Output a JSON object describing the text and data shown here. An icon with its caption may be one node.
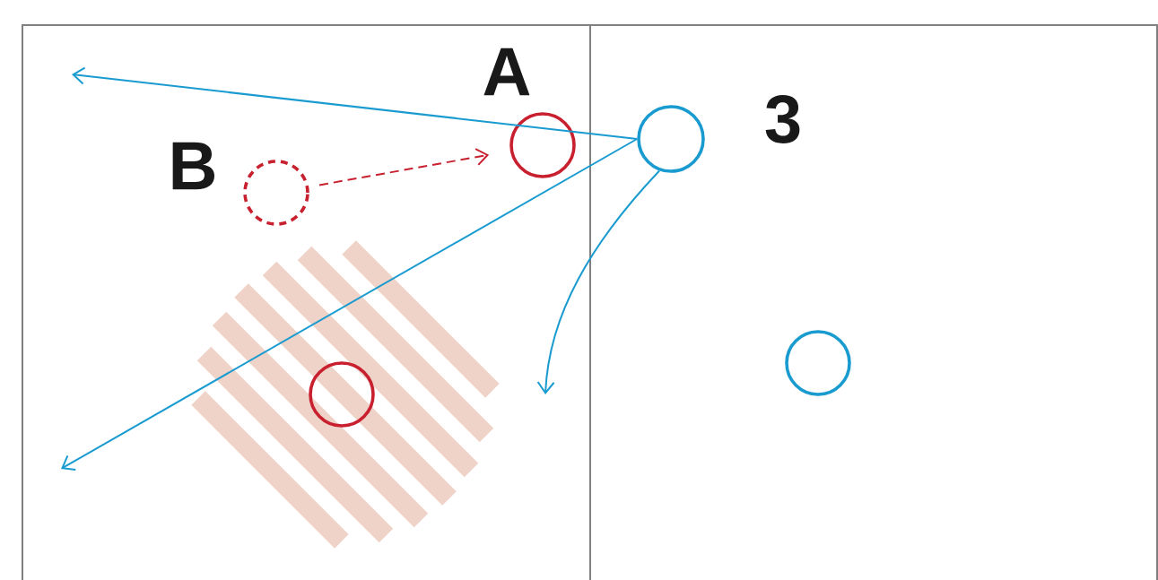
{
  "diagram": {
    "nodes": [
      {
        "text": [],
        "shape": "circle",
        "beside": [
          "A"
        ]
      },
      {
        "text": [],
        "shape": "circle",
        "beside": [
          "B"
        ]
      },
      {
        "text": [],
        "shape": "circle",
        "beside": [
          "3"
        ]
      },
      {
        "text": [],
        "shape": "circle"
      },
      {
        "text": [],
        "shape": "circle",
        "in": 3
      },
      {
        "text": [],
        "shape": "circle"
      }
    ],
    "edges": [
      {
        "from": 2,
        "to": null,
        "arrow": "to"
      },
      {
        "from": 2,
        "to": null,
        "arrow": "to"
      },
      {
        "from": 2,
        "to": null,
        "arrow": "to"
      },
      {
        "from": 1,
        "to": 0,
        "arrow": "to",
        "style": "dashed",
        "color": "#c8202f"
      }
    ]
  }
}
